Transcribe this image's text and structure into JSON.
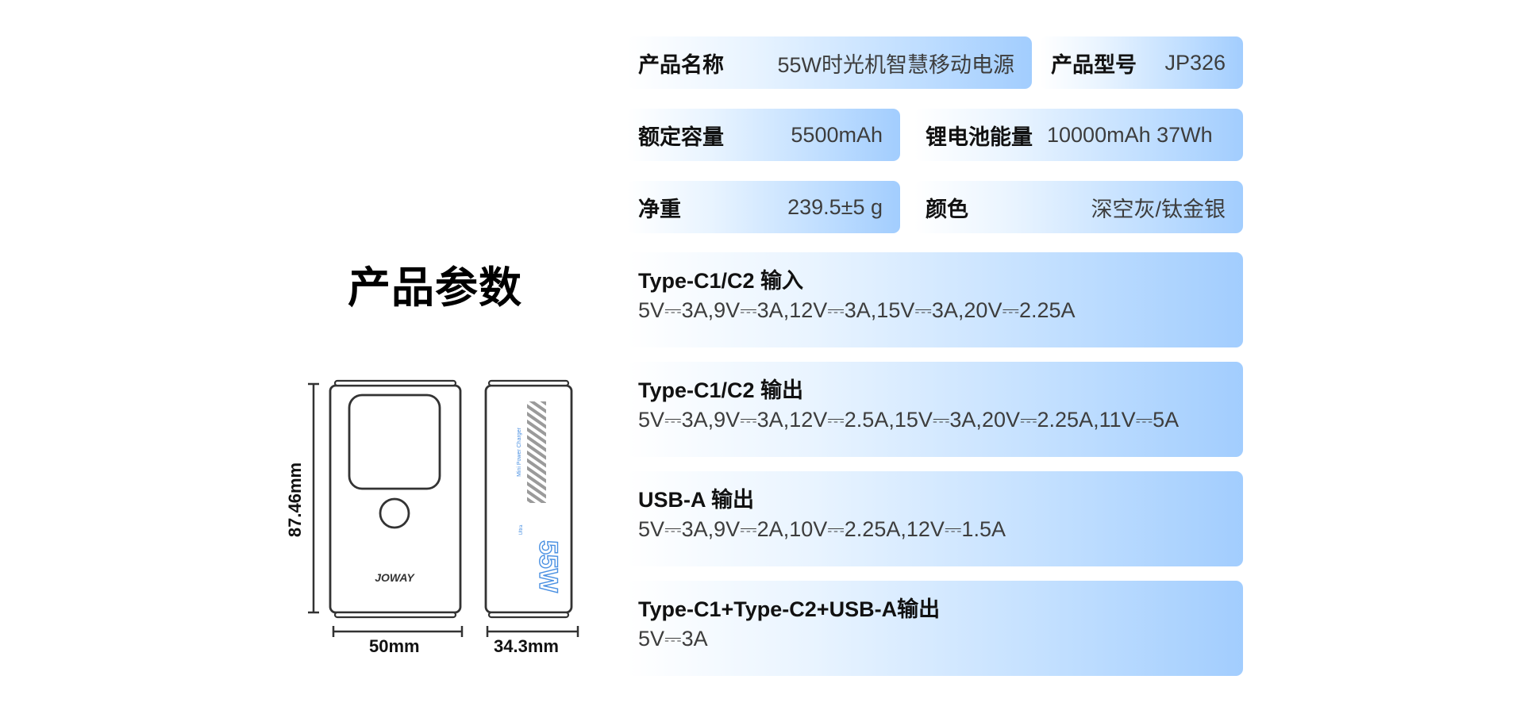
{
  "title": "产品参数",
  "specs": [
    {
      "label": "产品名称",
      "value": "55W时光机智慧移动电源"
    },
    {
      "label": "产品型号",
      "value": "JP326"
    },
    {
      "label": "额定容量",
      "value": "5500mAh"
    },
    {
      "label": "锂电池能量",
      "value": "10000mAh 37Wh"
    },
    {
      "label": "净重",
      "value": "239.5±5 g"
    },
    {
      "label": "颜色",
      "value": "深空灰/钛金银"
    }
  ],
  "ports": [
    {
      "title": "Type-C1/C2 输入",
      "spec": "5V⎓3A,9V⎓3A,12V⎓3A,15V⎓3A,20V⎓2.25A"
    },
    {
      "title": "Type-C1/C2 输出",
      "spec": "5V⎓3A,9V⎓3A,12V⎓2.5A,15V⎓3A,20V⎓2.25A,11V⎓5A"
    },
    {
      "title": "USB-A 输出",
      "spec": "5V⎓3A,9V⎓2A,10V⎓2.25A,12V⎓1.5A"
    },
    {
      "title": "Type-C1+Type-C2+USB-A输出",
      "spec": "5V⎓3A"
    }
  ],
  "diagram": {
    "height": "87.46mm",
    "width": "50mm",
    "depth": "34.3mm",
    "brand": "JOWAY",
    "side_power": "55W",
    "side_small_text": "Mini Power Charger",
    "side_tiny_text": "Ultra"
  },
  "colors": {
    "card_accent": "#a2cdfe",
    "outline": "#333333",
    "side_print": "#4a90e2"
  }
}
